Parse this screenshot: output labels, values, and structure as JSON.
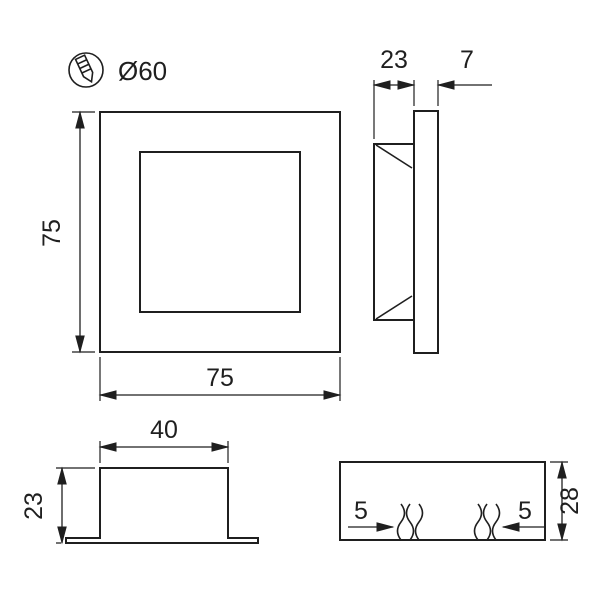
{
  "colors": {
    "line": "#1f1f1f",
    "background": "#ffffff"
  },
  "hole_marking": {
    "diameter_label": "Ø60"
  },
  "front_view": {
    "height_label": "75",
    "width_label": "75"
  },
  "side_view": {
    "depth_label": "23",
    "bezel_thickness_label": "7"
  },
  "housing_profile_view": {
    "width_label": "40",
    "depth_label": "23"
  },
  "clip_profile_view": {
    "clip_left_label": "5",
    "clip_right_label": "5",
    "height_label": "28"
  }
}
